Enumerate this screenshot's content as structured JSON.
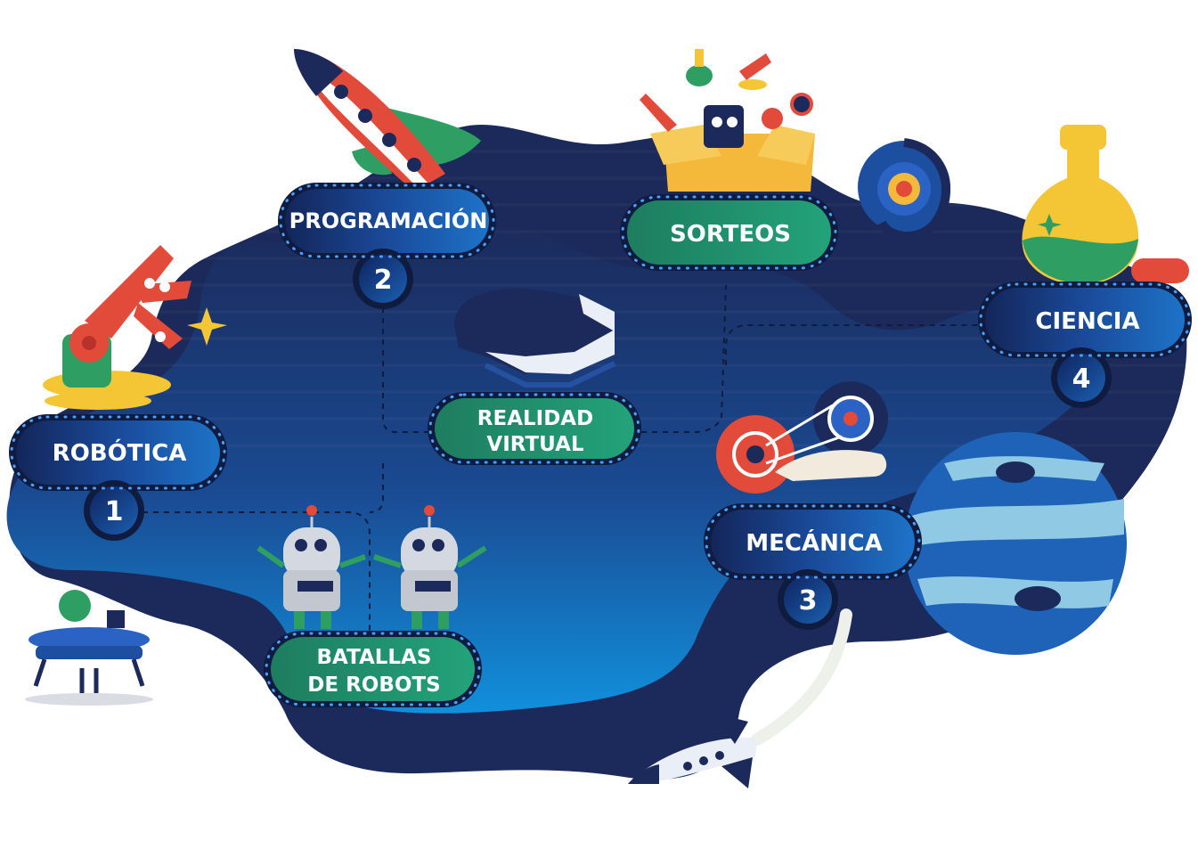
{
  "colors": {
    "background": "#ffffff",
    "map_dark": "#1b2a5a",
    "map_light": "#1d4f9a",
    "pill_blue": "#1a3f87",
    "pill_green": "#1f8f6a",
    "dot": "#4aa0ff",
    "number_circle": "#0d2a66"
  },
  "stations": {
    "robotica": {
      "label": "ROBÓTICA",
      "number": "1"
    },
    "programacion": {
      "label": "PROGRAMACIÓN",
      "number": "2"
    },
    "mecanica": {
      "label": "MECÁNICA",
      "number": "3"
    },
    "ciencia": {
      "label": "CIENCIA",
      "number": "4"
    },
    "sorteos": {
      "label": "SORTEOS"
    },
    "realidad_virtual": {
      "label_line1": "REALIDAD",
      "label_line2": "VIRTUAL"
    },
    "batallas": {
      "label_line1": "BATALLAS",
      "label_line2": "DE ROBOTS"
    }
  },
  "icons": [
    "robot-arm-icon",
    "rocket-icon",
    "gift-box-icon",
    "galaxy-icon",
    "flask-icon",
    "vr-headset-icon",
    "gears-icon",
    "planet-icon",
    "robot-icon",
    "rover-icon",
    "space-shuttle-icon"
  ]
}
